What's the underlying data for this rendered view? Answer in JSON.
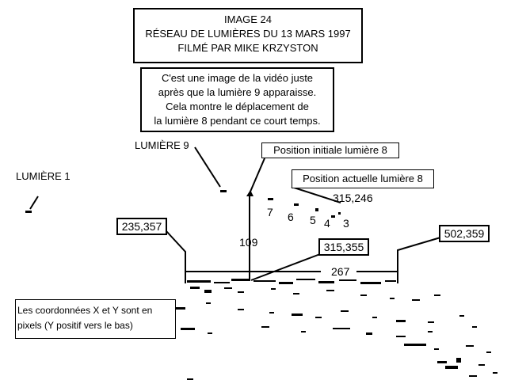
{
  "title": {
    "line1": "IMAGE 24",
    "line2": "RÉSEAU DE LUMIÈRES DU 13 MARS 1997",
    "line3": "FILMÉ PAR MIKE KRZYSTON"
  },
  "description": {
    "line1": "C'est une image de la vidéo juste",
    "line2": "après que la lumière 9 apparaisse.",
    "line3": "Cela montre le déplacement de",
    "line4": "la lumière 8 pendant ce court temps."
  },
  "labels": {
    "light9": "LUMIÈRE 9",
    "light1": "LUMIÈRE 1",
    "initial_position": "Position initiale lumière 8",
    "current_position": "Position actuelle lumière 8"
  },
  "coordinates": {
    "current": "315,246",
    "left_end": "235,357",
    "initial": "315,355",
    "right_end": "502,359"
  },
  "distances": {
    "vertical": "109",
    "horizontal": "267"
  },
  "light_numbers": [
    "7",
    "6",
    "5",
    "4",
    "3"
  ],
  "note": {
    "line1": "Les coordonnées X et Y sont en",
    "line2": "pixels (Y positif vers le bas)"
  }
}
